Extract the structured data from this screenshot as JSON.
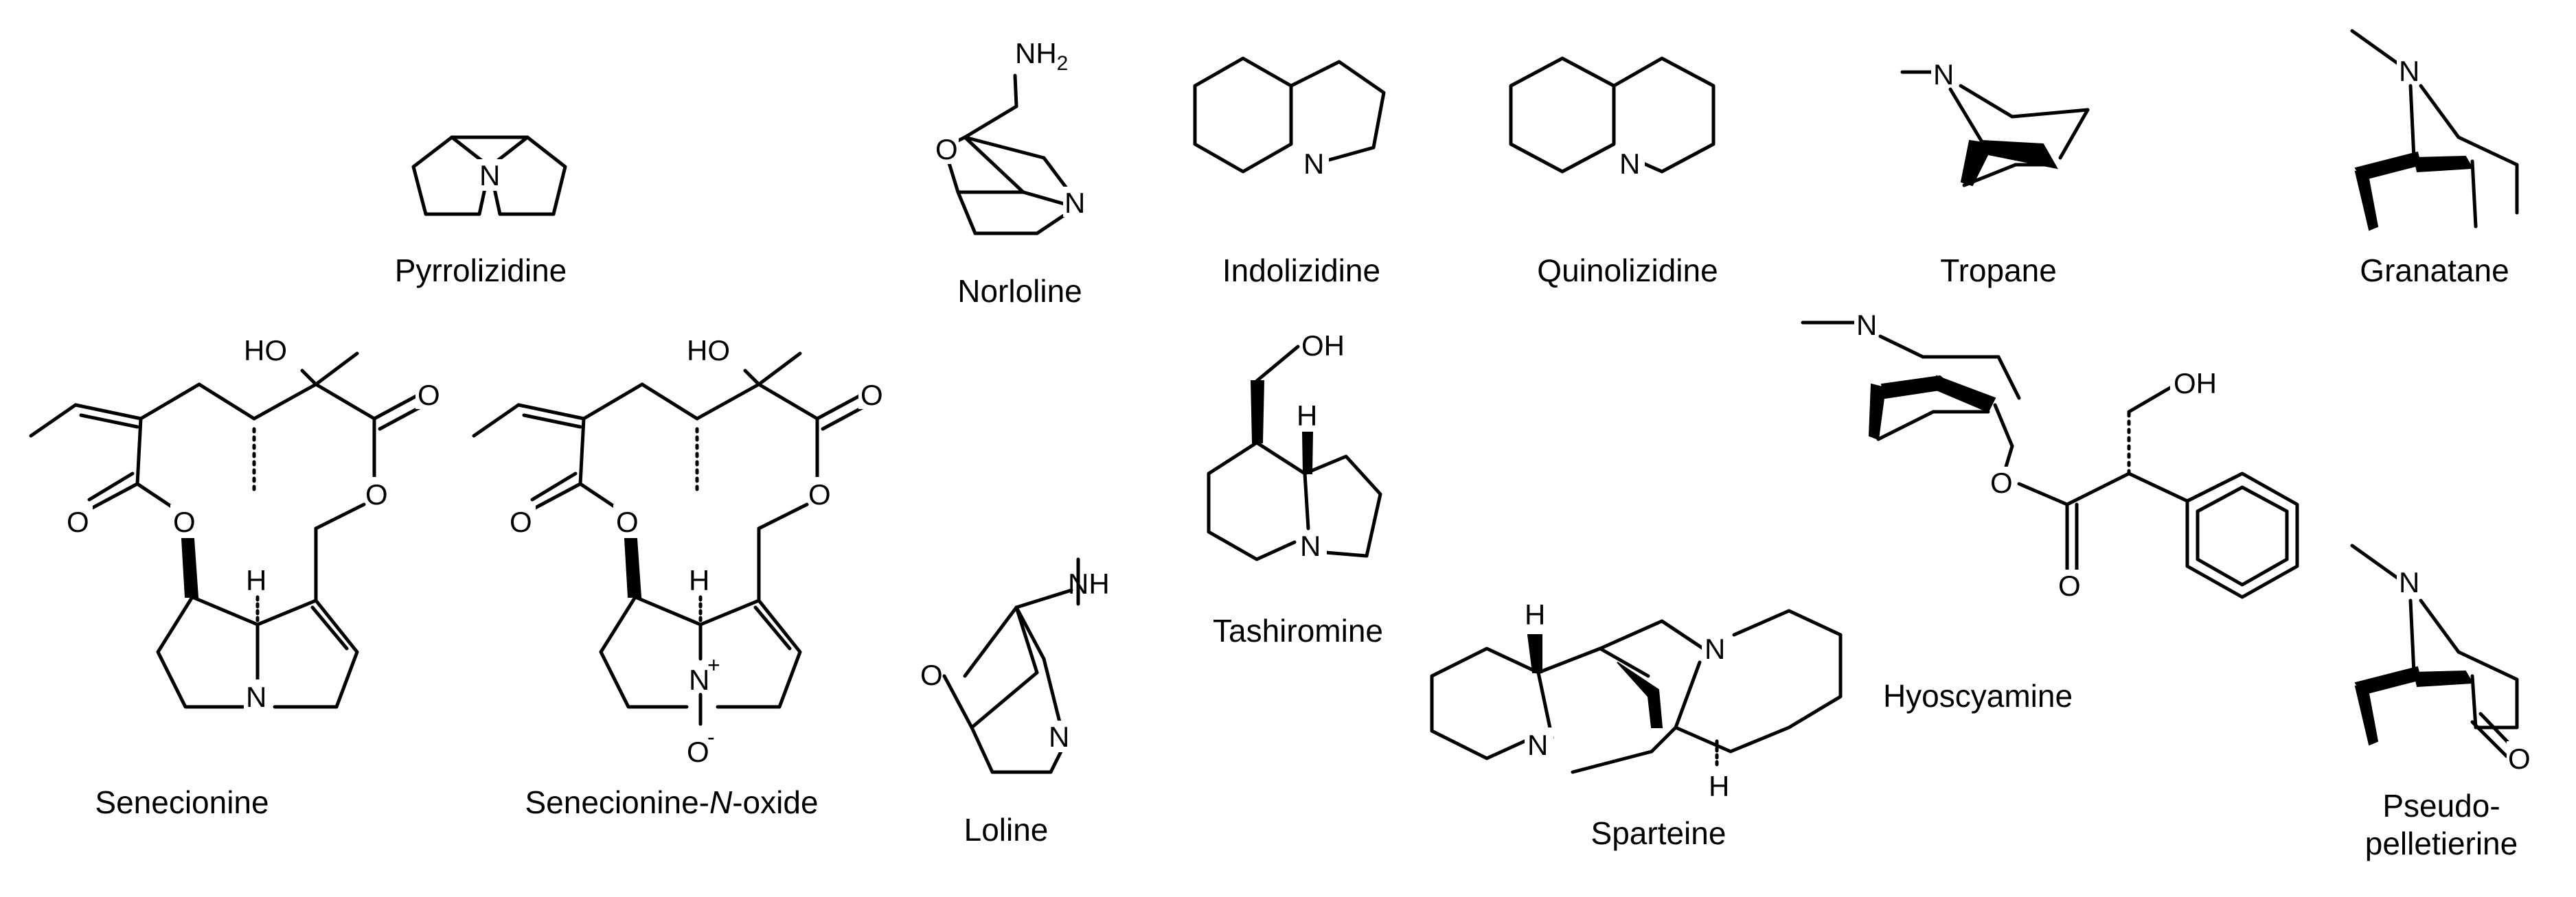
{
  "compounds": {
    "pyrrolizidine": "Pyrrolizidine",
    "norloline": "Norloline",
    "indolizidine": "Indolizidine",
    "quinolizidine": "Quinolizidine",
    "tropane": "Tropane",
    "granatane": "Granatane",
    "senecionine": "Senecionine",
    "senecionine_n_oxide_prefix": "Senecionine-",
    "senecionine_n_oxide_italic": "N",
    "senecionine_n_oxide_suffix": "-oxide",
    "loline": "Loline",
    "tashiromine": "Tashiromine",
    "sparteine": "Sparteine",
    "hyoscyamine": "Hyoscyamine",
    "pseudopelletierine_line1": "Pseudo-",
    "pseudopelletierine_line2": "pelletierine"
  },
  "atoms": {
    "N": "N",
    "O": "O",
    "H": "H",
    "HO": "HO",
    "OH": "OH",
    "NH": "NH",
    "NH2_main": "NH",
    "NH2_sub": "2",
    "plus": "+",
    "minus": "-"
  }
}
